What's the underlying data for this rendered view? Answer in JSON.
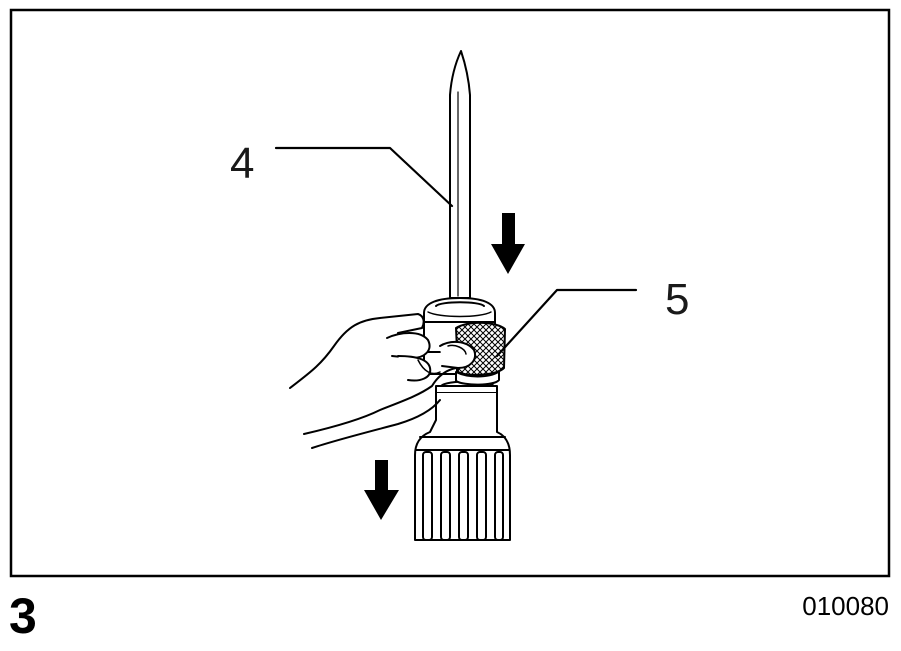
{
  "figure": {
    "number": "3",
    "code": "010080"
  },
  "callouts": [
    {
      "id": "4",
      "label": "4",
      "target": "pin"
    },
    {
      "id": "5",
      "label": "5",
      "target": "knurled-collet-ring"
    }
  ],
  "arrows": [
    {
      "direction": "down",
      "target": "pin"
    },
    {
      "direction": "down",
      "target": "tool-body"
    }
  ],
  "colors": {
    "line": "#000000",
    "background": "#ffffff"
  }
}
